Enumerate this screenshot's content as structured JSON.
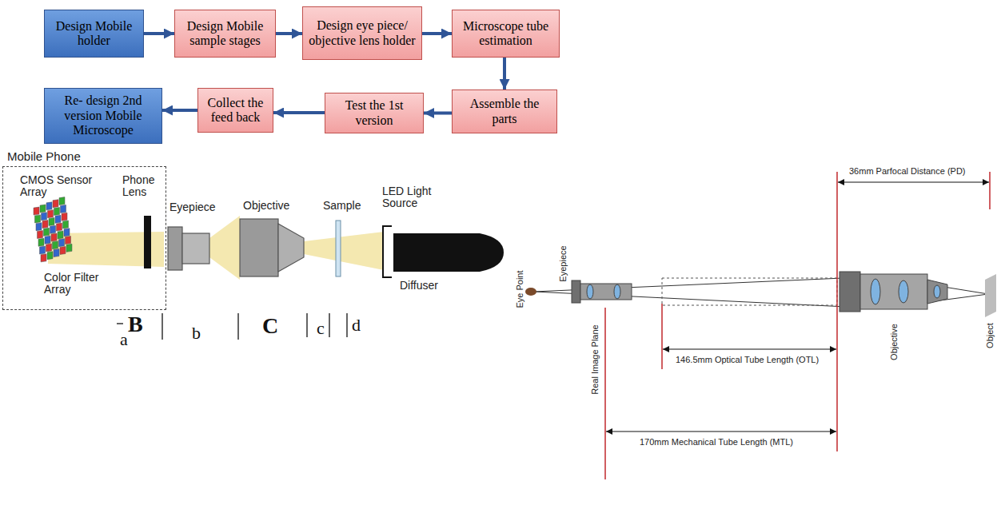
{
  "diagram": {
    "nodes": [
      {
        "text": [
          "Design Mobile holder"
        ]
      },
      {
        "text": [
          "Design Mobile sample stages"
        ]
      },
      {
        "text": [
          "Design eye piece/ objective lens holder"
        ]
      },
      {
        "text": [
          "Microscope tube estimation"
        ]
      },
      {
        "text": [
          "Assemble the parts"
        ]
      },
      {
        "text": [
          "Test the 1st version"
        ]
      },
      {
        "text": [
          "Collect the feed back"
        ]
      },
      {
        "text": [
          "Re- design 2nd version Mobile Microscope"
        ]
      },
      {
        "text": [
          "Mobile Phone",
          "CMOS Sensor Array",
          "Color Filter Array",
          "Phone Lens"
        ]
      }
    ],
    "edges": [
      {
        "from": 0,
        "to": 1,
        "arrow": "to"
      },
      {
        "from": 1,
        "to": 2,
        "arrow": "to"
      },
      {
        "from": 2,
        "to": 3,
        "arrow": "to"
      },
      {
        "from": 3,
        "to": 4,
        "arrow": "to"
      },
      {
        "from": 4,
        "to": 5,
        "arrow": "to"
      },
      {
        "from": 5,
        "to": 6,
        "arrow": "to"
      },
      {
        "from": 6,
        "to": 7,
        "arrow": "to"
      }
    ],
    "labels": [
      "Eyepiece",
      "Objective",
      "Sample",
      "LED Light Source",
      "Diffuser",
      "a",
      "B",
      "b",
      "C",
      "c",
      "d",
      "Eye Point",
      "Eyepiece",
      "Real Image Plane",
      "146.5mm Optical Tube Length (OTL)",
      "170mm Mechanical Tube Length (MTL)",
      "36mm Parfocal Distance (PD)",
      "Objective",
      "Object"
    ]
  }
}
